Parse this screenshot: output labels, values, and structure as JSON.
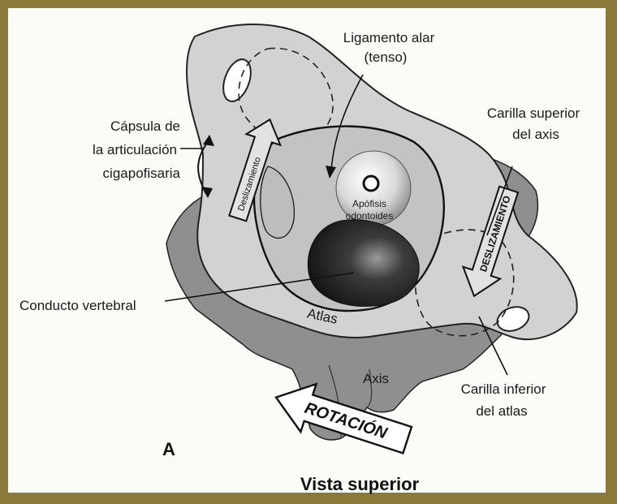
{
  "figure": {
    "panel_letter": "A",
    "caption": "Vista superior",
    "labels": {
      "ligamento_line1": "Ligamento alar",
      "ligamento_line2": "(tenso)",
      "capsula_line1": "Cápsula de",
      "capsula_line2": "la articulación",
      "capsula_line3": "cigapofisaria",
      "carilla_sup_line1": "Carilla superior",
      "carilla_sup_line2": "del axis",
      "conducto": "Conducto vertebral",
      "apofisis_line1": "Apófisis",
      "apofisis_line2": "odontoides",
      "atlas": "Atlas",
      "axis": "Axis",
      "carilla_inf_line1": "Carilla inferior",
      "carilla_inf_line2": "del atlas",
      "deslizamiento_left": "Deslizamiento",
      "deslizamiento_right": "DESLIZAMIENTO",
      "rotacion": "ROTACIÓN"
    },
    "colors": {
      "frame": "#8a7a3a",
      "axis_fill": "#8f8f8f",
      "atlas_fill": "#d2d2d2",
      "canal_dark": "#1c1c1c"
    }
  }
}
